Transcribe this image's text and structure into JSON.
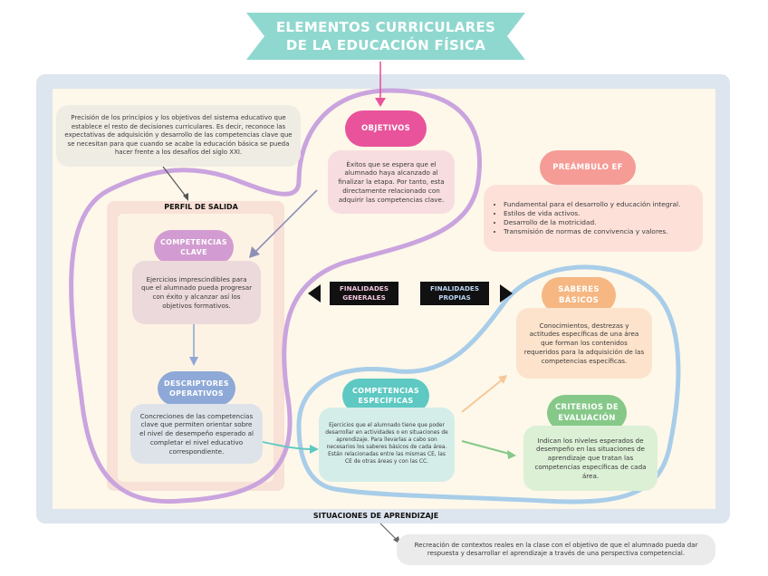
{
  "title": {
    "line1": "ELEMENTOS CURRICULARES",
    "line2": "DE LA EDUCACIÓN FÍSICA"
  },
  "perfil": {
    "label": "PERFIL DE SALIDA",
    "description": "Precisión de los principios y los objetivos del sistema educativo que establece el resto de decisiones curriculares. Es decir, reconoce las expectativas de adquisición y desarrollo de las competencias clave que se necesitan para que cuando se acabe la educación básica se pueda hacer frente a los desafíos del siglo XXI."
  },
  "objetivos": {
    "label": "OBJETIVOS",
    "description": "Éxitos que se espera que el alumnado haya alcanzado al finalizar la etapa. Por tanto, esta directamente relacionado con adquirir las competencias clave."
  },
  "preambulo": {
    "label": "PREÁMBULO EF",
    "items": [
      "Fundamental para el desarrollo y educación integral.",
      "Estilos de vida activos.",
      "Desarrollo de la motricidad.",
      "Transmisión de normas de convivencia y valores."
    ]
  },
  "competencias_clave": {
    "label_line1": "COMPETENCIAS",
    "label_line2": "CLAVE",
    "description": "Ejercicios imprescindibles para que el alumnado pueda progresar con éxito  y alcanzar así los objetivos formativos."
  },
  "descriptores": {
    "label_line1": "DESCRIPTORES",
    "label_line2": "OPERATIVOS",
    "description": "Concreciones de las competencias clave que permiten orientar sobre el nivel de desempeño esperado al completar el nivel educativo correspondiente."
  },
  "finalidades": {
    "generales_line1": "FINALIDADES",
    "generales_line2": "GENERALES",
    "propias_line1": "FINALIDADES",
    "propias_line2": "PROPIAS"
  },
  "saberes": {
    "label_line1": "SABERES",
    "label_line2": "BÁSICOS",
    "description": "Conocimientos, destrezas y actitudes específicas de una área que forman los contenidos requeridos para la adquisición de las competencias específicas."
  },
  "competencias_especificas": {
    "label_line1": "COMPETENCIAS",
    "label_line2": "ESPECÍFICAS",
    "description": "Ejercicios que el alumnado tiene que poder desarrollar en actividades o en situaciones de aprendizaje. Para llevarlas a cabo son necesarios los saberes básicos de cada área. Están relacionadas entre las mismas CE, las CE de otras áreas y con las CC."
  },
  "criterios": {
    "label_line1": "CRITERIOS DE",
    "label_line2": "EVALUACIÓN",
    "description": "Indican los niveles esperados de desempeño en las situaciones de aprendizaje que tratan las competencias específicas de cada área."
  },
  "situaciones": {
    "label": "SITUACIONES DE APRENDIZAJE",
    "description": "Recreación de contextos reales en la clase con el objetivo de que el alumnado pueda dar respuesta y desarrollar el aprendizaje a través de una perspectiva competencial."
  },
  "colors": {
    "title_banner": "#8fd8cf",
    "frame": "#dde5ef",
    "canvas": "#fdf8ea",
    "pink": "#e9539b",
    "salmon": "#f59c96",
    "lilac": "#d29bd1",
    "blue": "#8ea9d7",
    "teal": "#5ec9c2",
    "peach": "#f6b782",
    "green": "#86c888",
    "purple_line": "#caa4de",
    "blue_line": "#a8cde9"
  }
}
